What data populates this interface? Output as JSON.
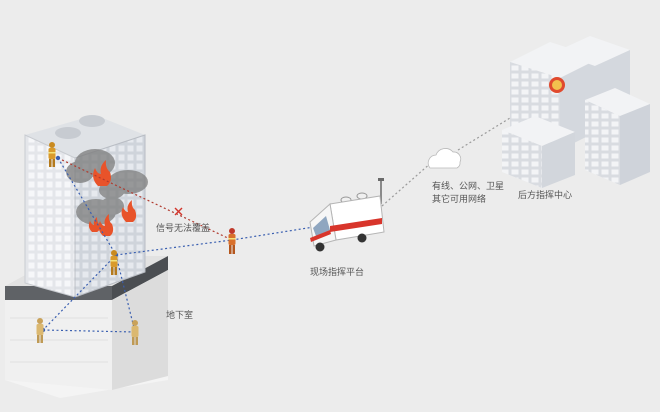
{
  "labels": {
    "signal_blocked": "信号无法覆盖",
    "basement": "地下室",
    "onsite_platform": "现场指挥平台",
    "network_line1": "有线、公网、卫星",
    "network_line2": "其它可用网络",
    "rear_center": "后方指挥中心"
  },
  "colors": {
    "background": "#ececec",
    "link_blue": "#3a5fb0",
    "link_red": "#b03a2e",
    "link_gray": "#9a9a9a",
    "fire": "#e8532a",
    "firefighter": "#d99a2b"
  }
}
